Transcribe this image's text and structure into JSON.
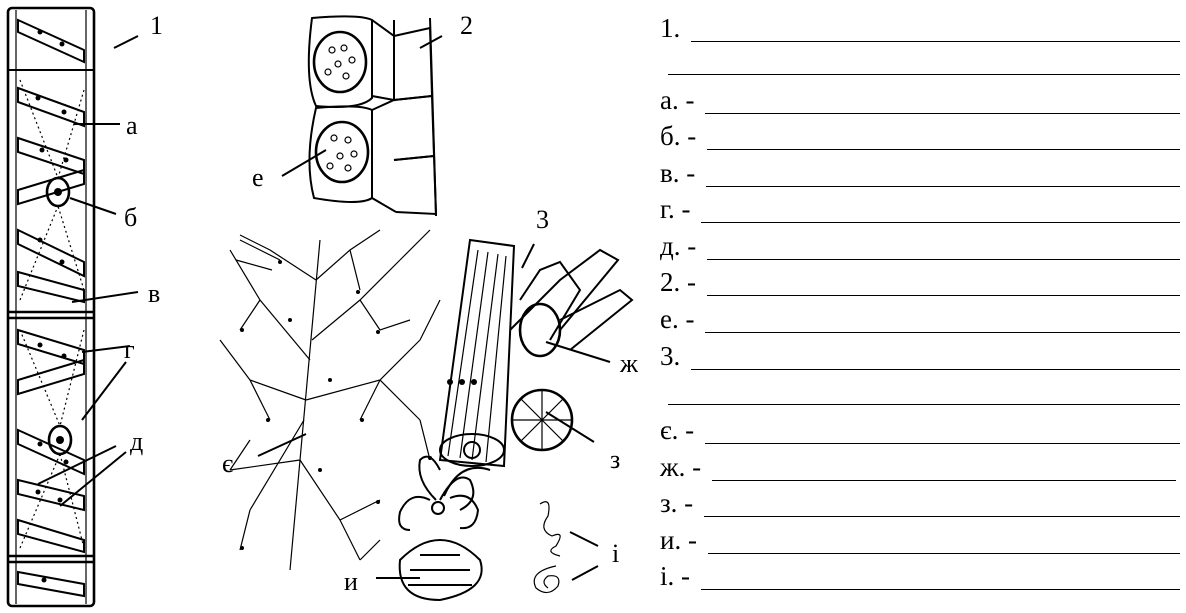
{
  "figure": {
    "labels": {
      "l1": "1",
      "l2": "2",
      "l3": "3",
      "a": "а",
      "b": "б",
      "v": "в",
      "g": "г",
      "d": "д",
      "e": "е",
      "ye": "є",
      "zh": "ж",
      "z": "з",
      "y": "и",
      "i": "і"
    }
  },
  "answers": {
    "items": [
      {
        "key": "1. "
      },
      {
        "key": "а. - "
      },
      {
        "key": "б. - "
      },
      {
        "key": "в. - "
      },
      {
        "key": "г. - "
      },
      {
        "key": "д. - "
      },
      {
        "key": "2. - "
      },
      {
        "key": "е. - "
      },
      {
        "key": "3. "
      },
      {
        "key": "є. - "
      },
      {
        "key": "ж. - "
      },
      {
        "key": "з. - "
      },
      {
        "key": "и. - "
      },
      {
        "key": "і. - "
      }
    ]
  }
}
